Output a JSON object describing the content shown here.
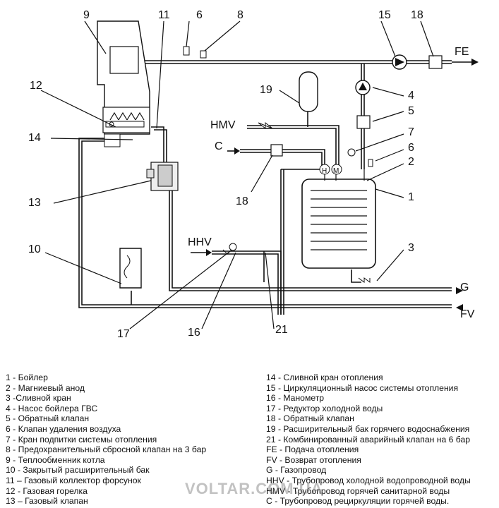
{
  "diagram": {
    "numbers": {
      "n1": "1",
      "n2": "2",
      "n3": "3",
      "n4": "4",
      "n5": "5",
      "n6": "6",
      "n7": "7",
      "n8": "8",
      "n9": "9",
      "n10": "10",
      "n11": "11",
      "n12": "12",
      "n13": "13",
      "n14": "14",
      "n15": "15",
      "n16": "16",
      "n17": "17",
      "n18": "18",
      "n19": "19",
      "n21": "21",
      "n6b": "6",
      "n18b": "18"
    },
    "labels": {
      "fe": "FE",
      "g": "G",
      "fv": "FV",
      "hmv": "HMV",
      "c": "C",
      "hhv": "HHV",
      "h": "H",
      "m": "M"
    }
  },
  "legend": {
    "left": [
      "1 - Бойлер",
      "2 - Магниевый анод",
      "3 -Сливной кран",
      "4 - Насос бойлера ГВС",
      "5 - Обратный клапан",
      "6 - Клапан удаления воздуха",
      "7 - Кран подпитки системы отопления",
      "8 - Предохранительный сбросной клапан на 3 бар",
      "9 - Теплообменник котла",
      "10  - Закрытый расширительный бак",
      "11 – Газовый коллектор форсунок",
      "12 - Газовая горелка",
      "13 – Газовый клапан"
    ],
    "right": [
      "14 - Сливной кран отопления",
      "15 - Циркуляционный насос системы отопления",
      "16  - Манометр",
      "17 - Редуктор холодной воды",
      "18 - Обратный клапан",
      "19 - Расширительный бак горячего водоснабжения",
      "21 - Комбинированный аварийный клапан на 6 бар",
      "FE - Подача отопления",
      "FV - Возврат отопления",
      "G - Газопровод",
      "HHV - Трубопровод холодной водопроводной воды",
      "HMV - Трубопровод горячей санитарной воды",
      "C - Трубопровод рециркуляции горячей воды."
    ]
  },
  "watermark": "VOLTAR.COM.UA"
}
